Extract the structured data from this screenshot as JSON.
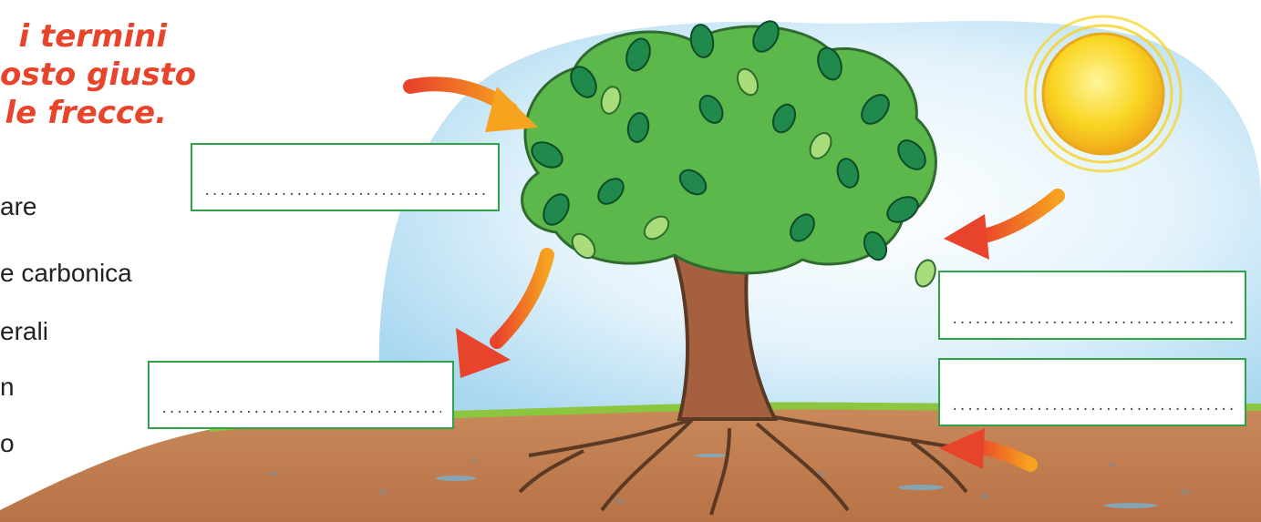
{
  "instruction": {
    "line1": "i termini",
    "line2": "osto giusto",
    "line3": "le frecce."
  },
  "word_list": [
    "are",
    "e carbonica",
    "erali",
    "n",
    "o"
  ],
  "answer_boxes": [
    {
      "id": "box-top-left",
      "placeholder": "....................................."
    },
    {
      "id": "box-bottom-left",
      "placeholder": "....................................."
    },
    {
      "id": "box-right-top",
      "placeholder": "....................................."
    },
    {
      "id": "box-right-bottom",
      "placeholder": "....................................."
    }
  ],
  "colors": {
    "title": "#e8432b",
    "box_border": "#2fa34a",
    "sky": "#bfe3f5",
    "soil": "#c8865a",
    "grass": "#8cc63f",
    "trunk": "#a5613f",
    "foliage": "#5cb84a",
    "leaf_dark": "#1f8a4c",
    "sun": "#f6d221",
    "arrow": "#f06a1e"
  }
}
